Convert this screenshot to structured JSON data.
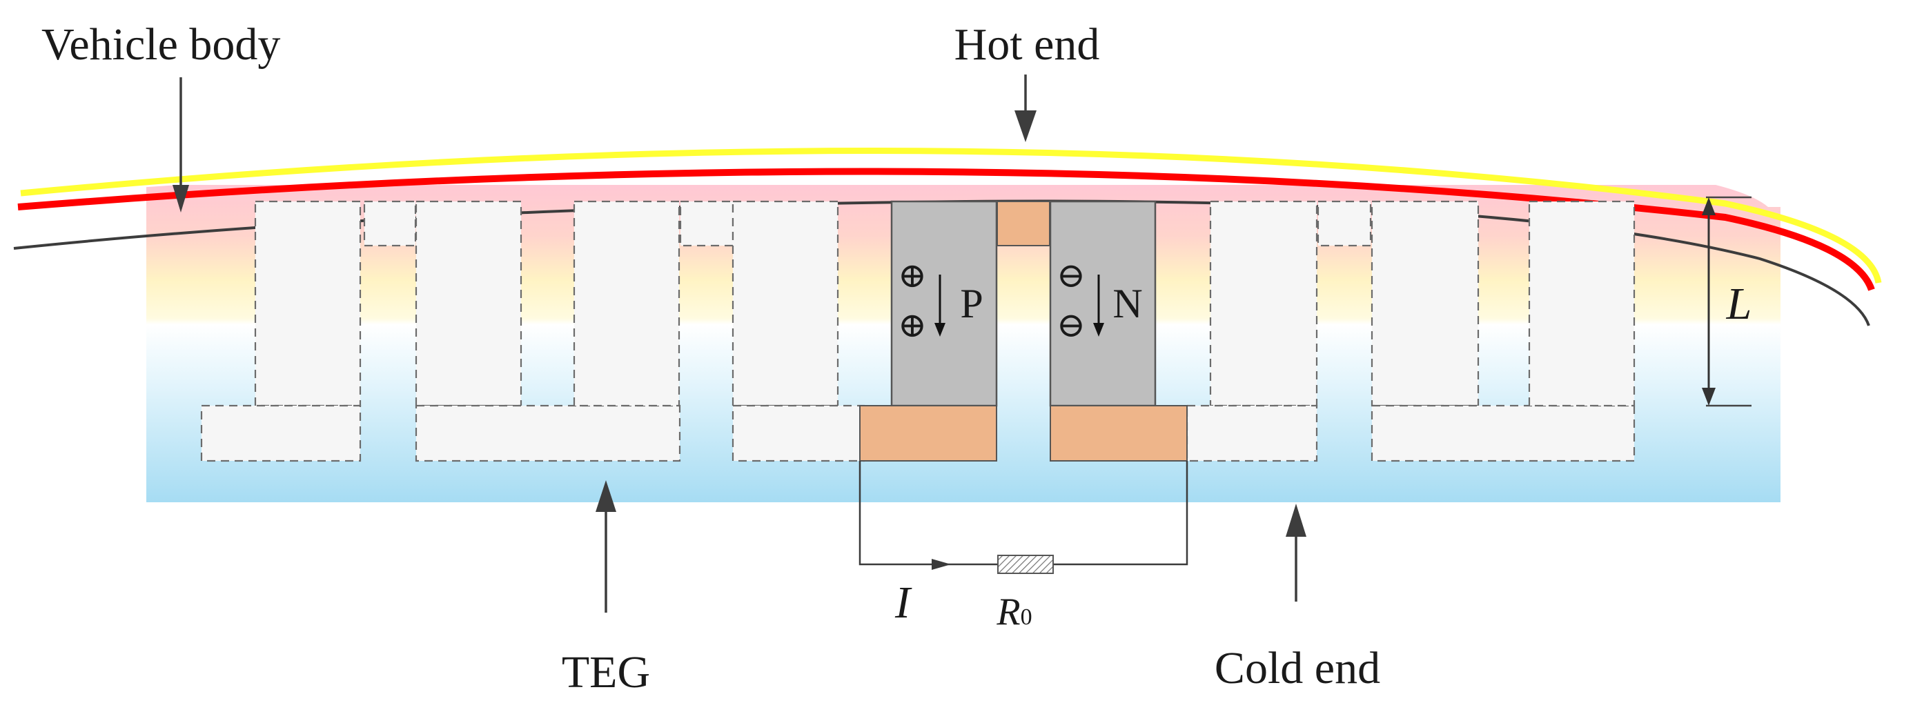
{
  "labels": {
    "vehicle_body": "Vehicle body",
    "hot_end": "Hot end",
    "teg": "TEG",
    "cold_end": "Cold end",
    "length": "L",
    "current": "I",
    "resistor_main": "R",
    "resistor_sub": "0",
    "p_type": "P",
    "n_type": "N"
  },
  "carriers": {
    "p_symbol": "⊕",
    "n_symbol": "⊖"
  },
  "colors": {
    "hot_layer": "#ff0000",
    "heat_glow": "#ffff33",
    "hot_zone": "#ffccd6",
    "cold_zone": "#a8dff4",
    "semiconductor": "#bebebe",
    "electrode": "#eeb58a"
  }
}
